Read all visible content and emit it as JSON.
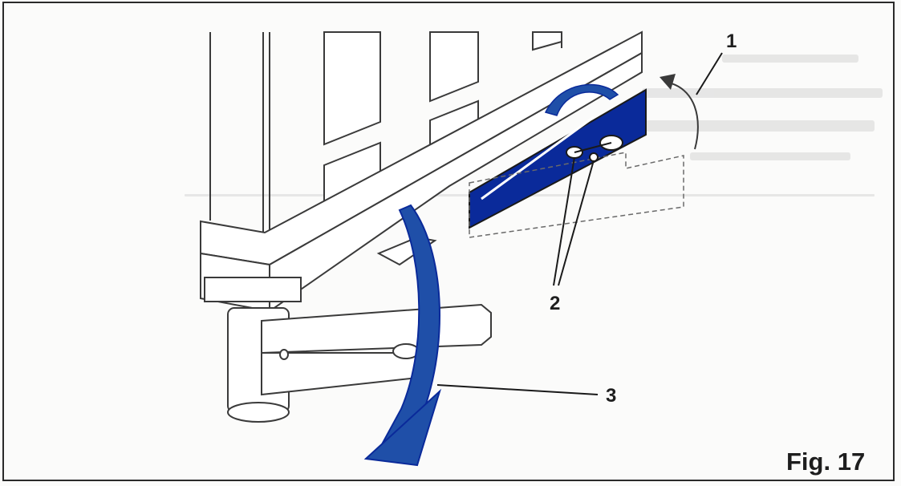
{
  "figure": {
    "label": "Fig. 17",
    "colors": {
      "line": "#3a3a3a",
      "accent_blue": "#1f4fa8",
      "dark_blue": "#0a2a9a",
      "ghost": "#9a9a9a"
    },
    "callouts": [
      {
        "number": "1",
        "meaning": ""
      },
      {
        "number": "2",
        "meaning": ""
      },
      {
        "number": "3",
        "meaning": ""
      }
    ]
  }
}
